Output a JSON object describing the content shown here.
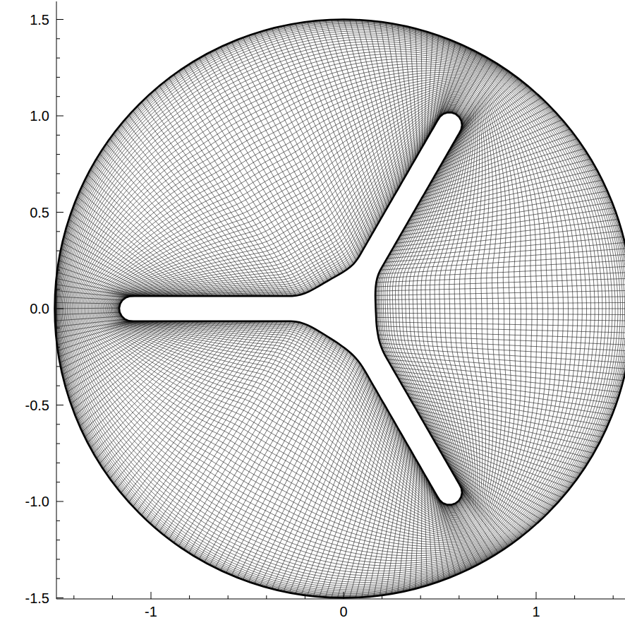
{
  "diagram": {
    "labels": [
      "1.5",
      "1.0",
      "0.5",
      "0.0",
      "-0.5",
      "-1.0",
      "-1.5",
      "-1",
      "0",
      "1"
    ]
  }
}
